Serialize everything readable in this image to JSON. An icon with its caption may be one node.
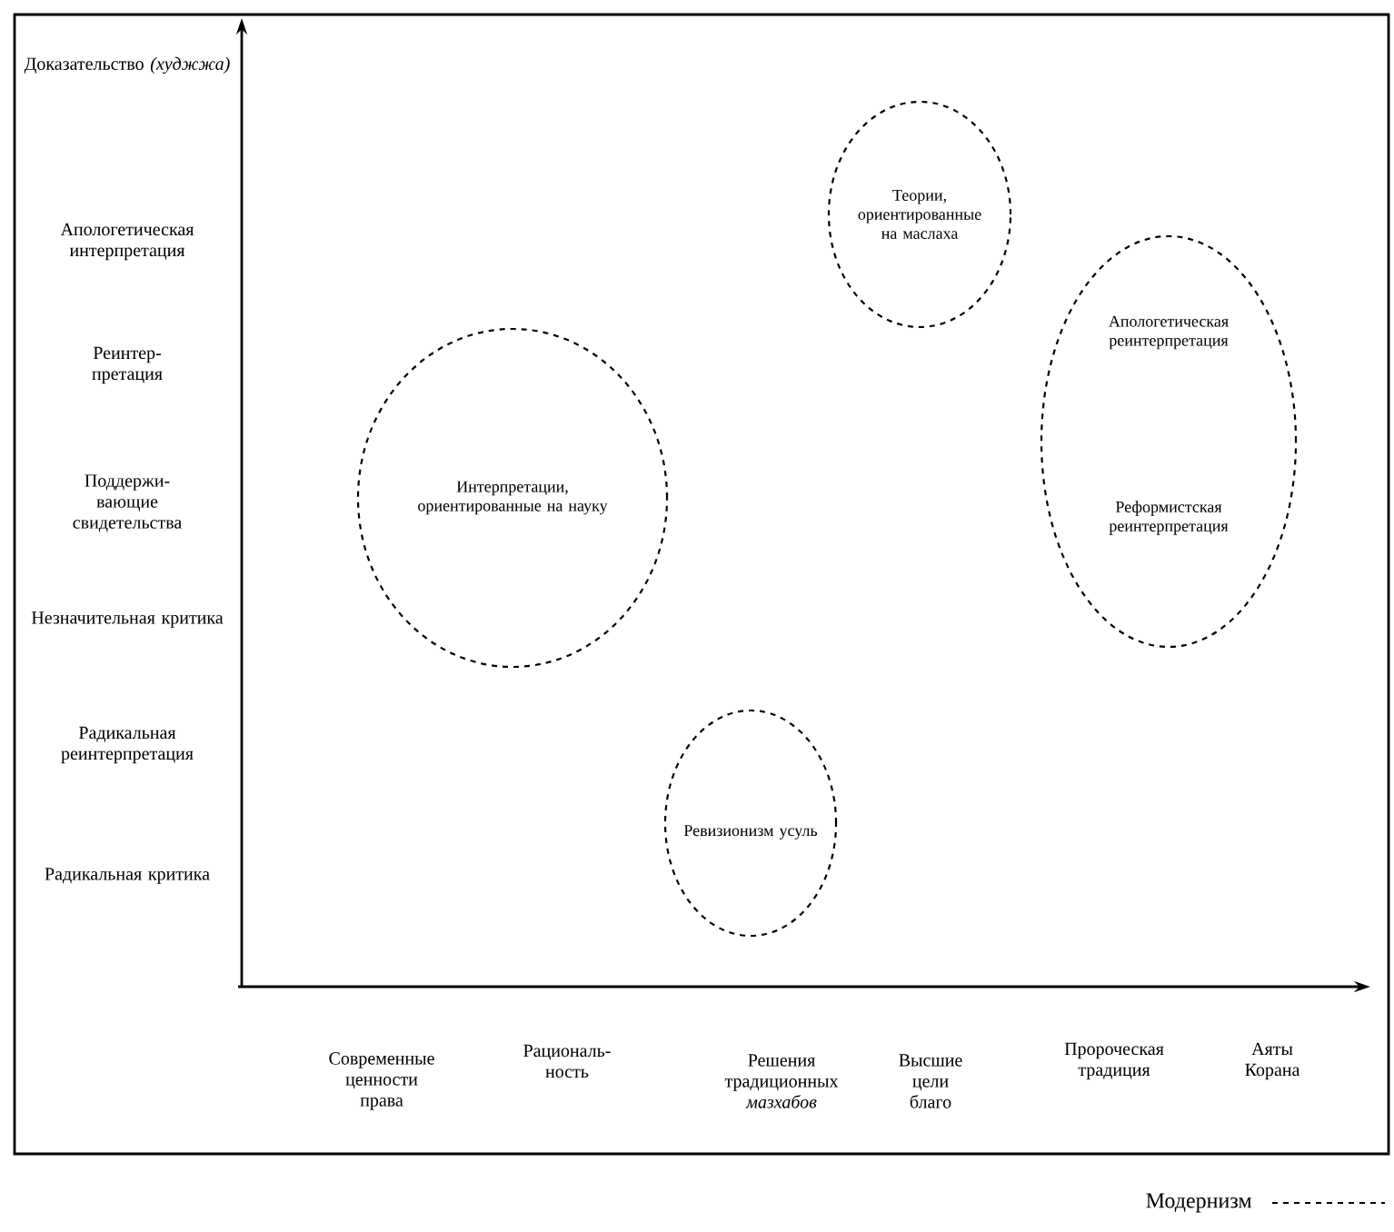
{
  "diagram": {
    "nodes": [
      {
        "text": [
          "Теории, ориентированные на маслаха"
        ]
      },
      {
        "text": [
          "Апологетическая реинтерпретация",
          "Реформистская реинтерпретация"
        ]
      },
      {
        "text": [
          "Интерпретации, ориентированные на науку"
        ]
      },
      {
        "text": [
          "Ревизионизм усуль"
        ]
      }
    ],
    "labels": [
      "Доказательство *(худжжа)*",
      "Апологетическая интерпретация",
      "Реинтер-претация",
      "Поддержи-вающие свидетельства",
      "Незначительная критика",
      "Радикальная реинтерпретация",
      "Радикальная критика",
      "Современные ценности права",
      "Рациональ-ность",
      "Решения традиционных *мазхабов*",
      "Высшие цели благо",
      "Пророческая традиция",
      "Аяты Корана"
    ],
    "legend": [
      {
        "text": "Модернизм"
      }
    ]
  }
}
